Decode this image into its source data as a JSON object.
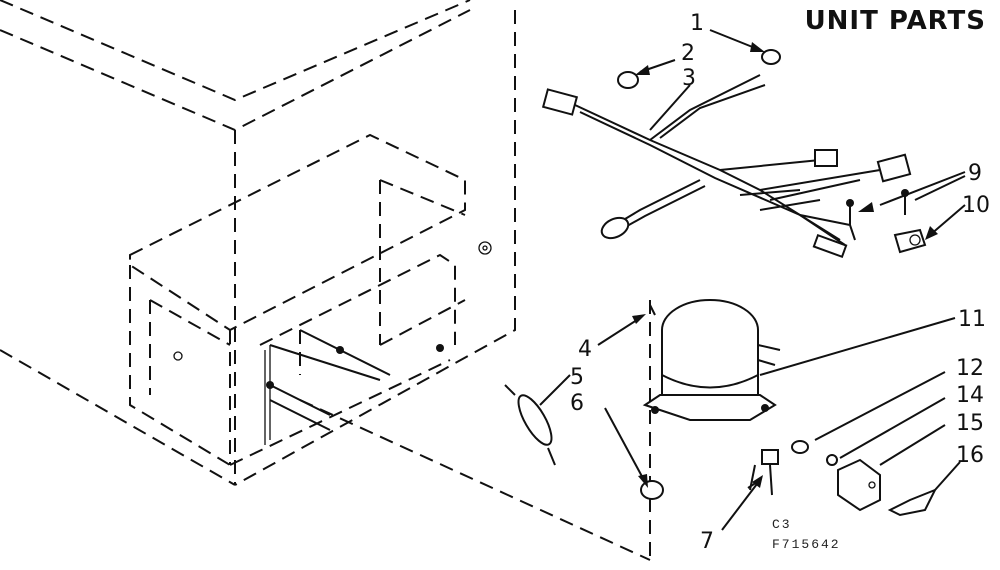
{
  "title": "UNIT PARTS",
  "callouts": {
    "c1": "1",
    "c2": "2",
    "c3": "3",
    "c4": "4",
    "c5": "5",
    "c6": "6",
    "c7": "7",
    "c9": "9",
    "c10": "10",
    "c11": "11",
    "c12": "12",
    "c14": "14",
    "c15": "15",
    "c16": "16"
  },
  "drawing_code": {
    "line1": "C3",
    "line2": "F715642"
  }
}
